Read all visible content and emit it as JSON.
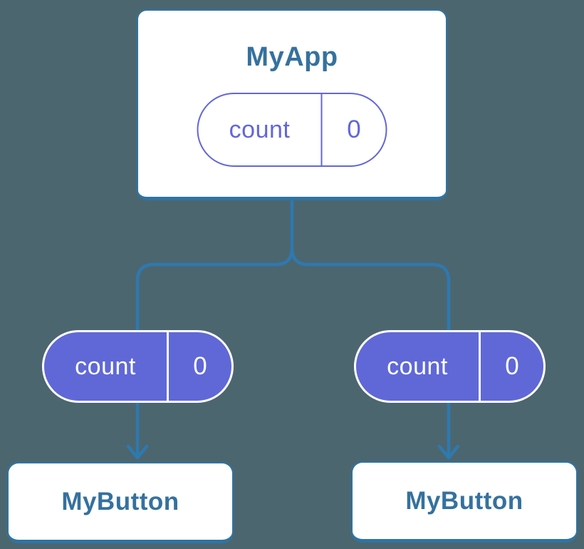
{
  "colors": {
    "background": "#4C6670",
    "connector": "#2E79AF",
    "card_border": "#2E74A4",
    "card_text": "#35719E",
    "card_bg": "#FFFFFF",
    "pill_fill": "#5F68D6",
    "pill_outline": "#6266DA",
    "pill_text_on_fill": "#FFFFFF"
  },
  "diagram": {
    "parent": {
      "title": "MyApp",
      "state": {
        "label": "count",
        "value": "0"
      }
    },
    "children": [
      {
        "title": "MyButton",
        "prop": {
          "label": "count",
          "value": "0"
        }
      },
      {
        "title": "MyButton",
        "prop": {
          "label": "count",
          "value": "0"
        }
      }
    ]
  }
}
